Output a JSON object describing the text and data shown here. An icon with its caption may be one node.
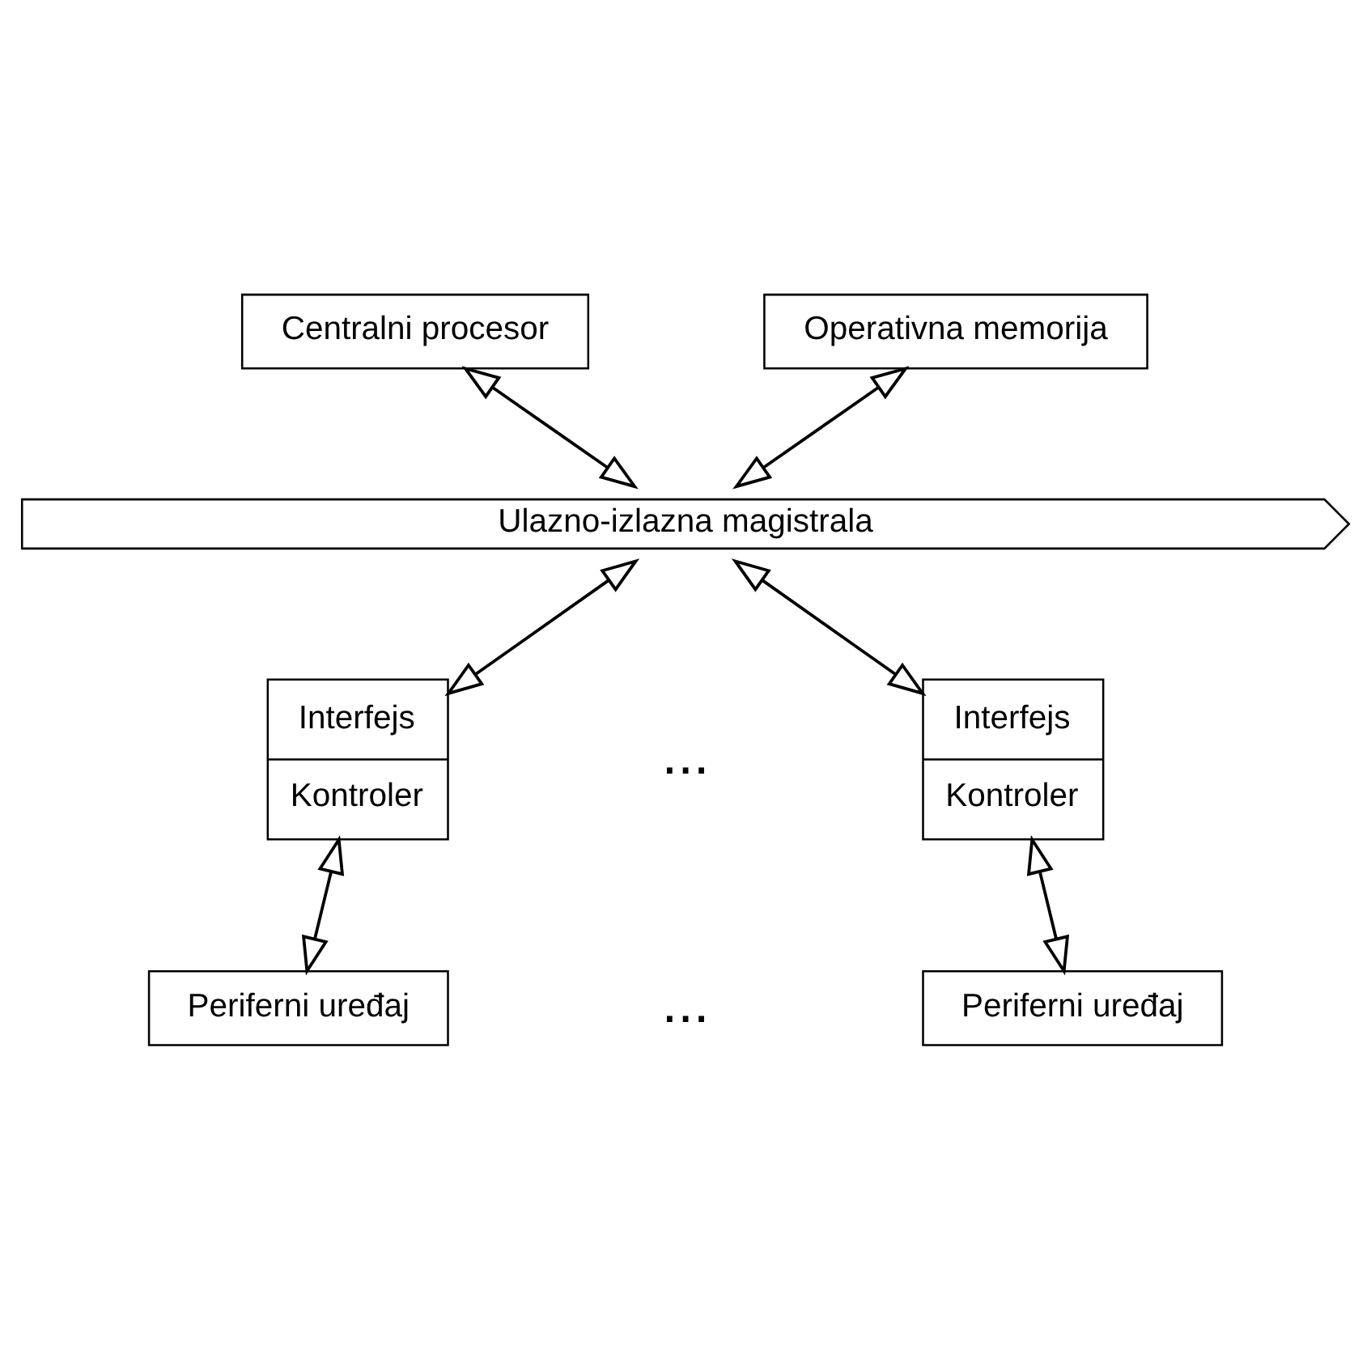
{
  "diagram": {
    "nodes": [
      {
        "text": [
          "Centralni procesor"
        ]
      },
      {
        "text": [
          "Operativna memorija"
        ]
      },
      {
        "text": [
          "Ulazno-izlazna magistrala"
        ]
      },
      {
        "text": [
          "Interfejs",
          "Kontroler"
        ]
      },
      {
        "text": [
          "Interfejs",
          "Kontroler"
        ]
      },
      {
        "text": [
          "Periferni uređaj"
        ]
      },
      {
        "text": [
          "Periferni uređaj"
        ]
      }
    ],
    "edges": [
      {
        "from": 0,
        "to": 2,
        "arrow": "both"
      },
      {
        "from": 1,
        "to": 2,
        "arrow": "both"
      },
      {
        "from": 2,
        "to": 3,
        "arrow": "both"
      },
      {
        "from": 2,
        "to": 4,
        "arrow": "both"
      },
      {
        "from": 3,
        "to": 5,
        "arrow": "both"
      },
      {
        "from": 4,
        "to": 6,
        "arrow": "both"
      }
    ],
    "labels": [
      "...",
      "..."
    ]
  }
}
